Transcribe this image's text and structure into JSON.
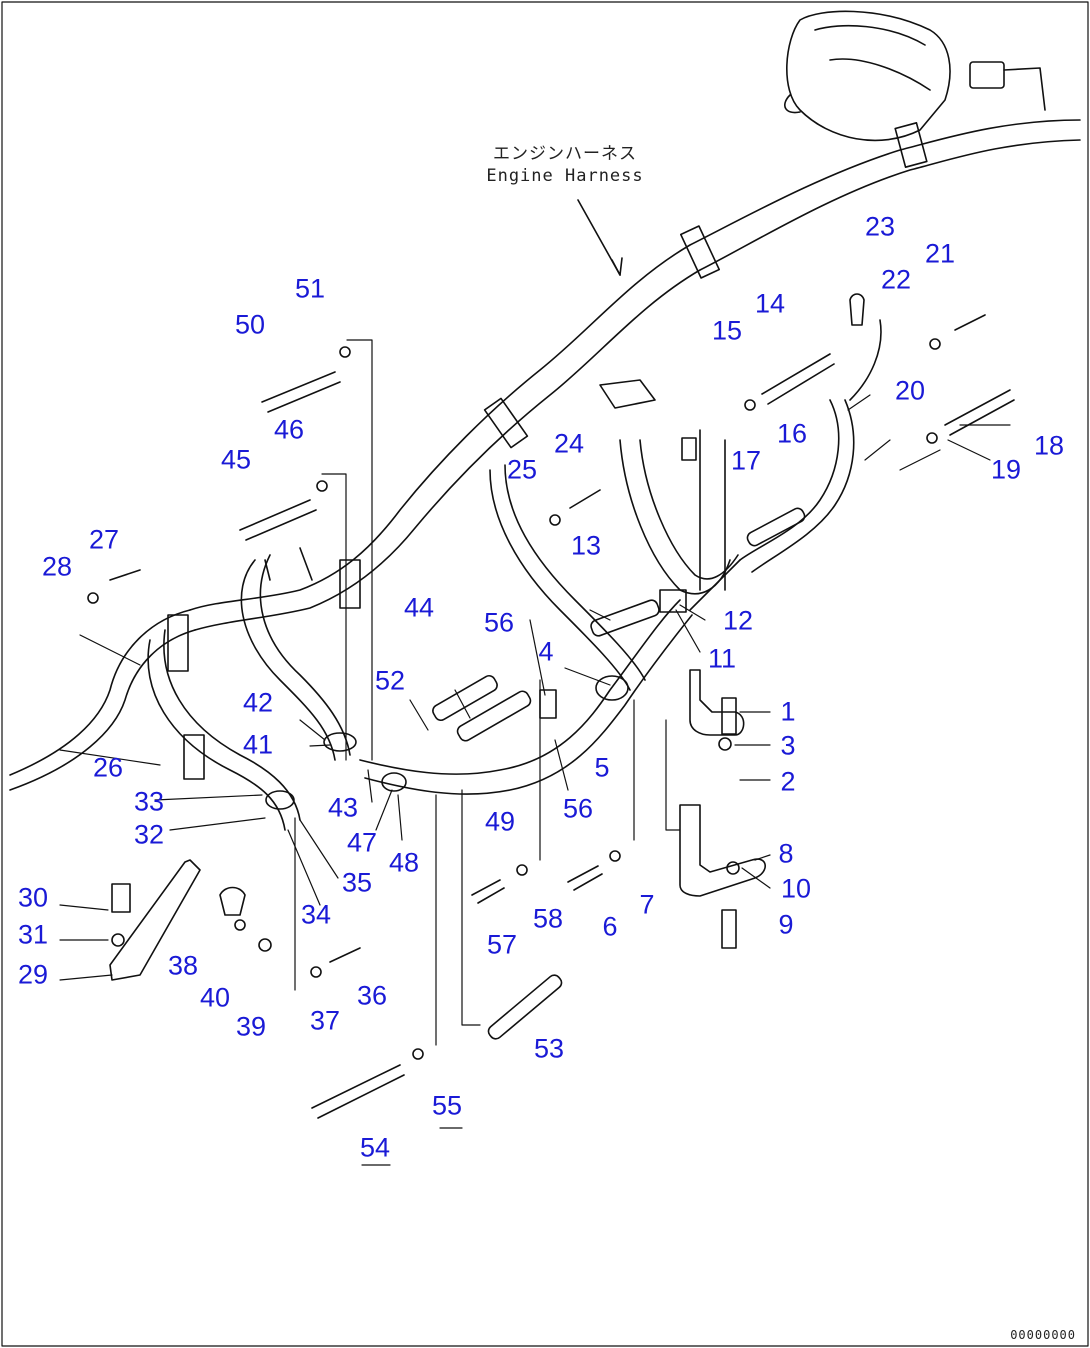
{
  "diagram": {
    "callout_jp": "エンジンハーネス",
    "callout_en": "Engine Harness",
    "drawing_code": "00000000",
    "accent_color": "#1a1ad6",
    "line_color": "#111111",
    "part_numbers": [
      "1",
      "2",
      "3",
      "4",
      "5",
      "6",
      "7",
      "8",
      "9",
      "10",
      "11",
      "12",
      "13",
      "14",
      "15",
      "16",
      "17",
      "18",
      "19",
      "20",
      "21",
      "22",
      "23",
      "24",
      "25",
      "26",
      "27",
      "28",
      "29",
      "30",
      "31",
      "32",
      "33",
      "34",
      "35",
      "36",
      "37",
      "38",
      "39",
      "40",
      "41",
      "42",
      "43",
      "44",
      "45",
      "46",
      "47",
      "48",
      "49",
      "50",
      "51",
      "52",
      "53",
      "54",
      "55",
      "56",
      "56",
      "57",
      "58"
    ]
  }
}
